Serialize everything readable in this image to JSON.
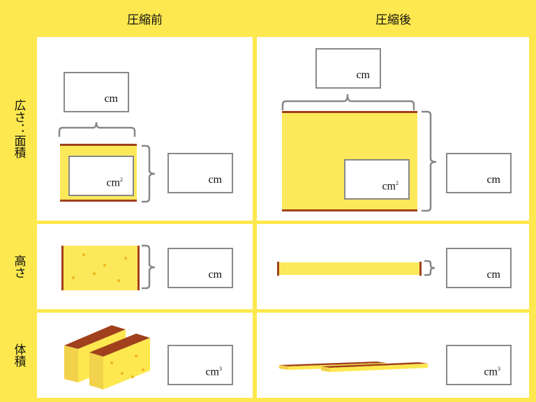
{
  "headers": {
    "before": "圧縮前",
    "after": "圧縮後"
  },
  "rows": {
    "area": "広さ：面積",
    "height": "高さ",
    "volume": "体積"
  },
  "units": {
    "cm": "cm",
    "cm2": "cm",
    "cm3": "cm",
    "sq": "2",
    "cube": "3"
  },
  "colors": {
    "background": "#fde84f",
    "cake": "#fce95a",
    "crust": "#a0401c",
    "bracket": "#888888"
  }
}
